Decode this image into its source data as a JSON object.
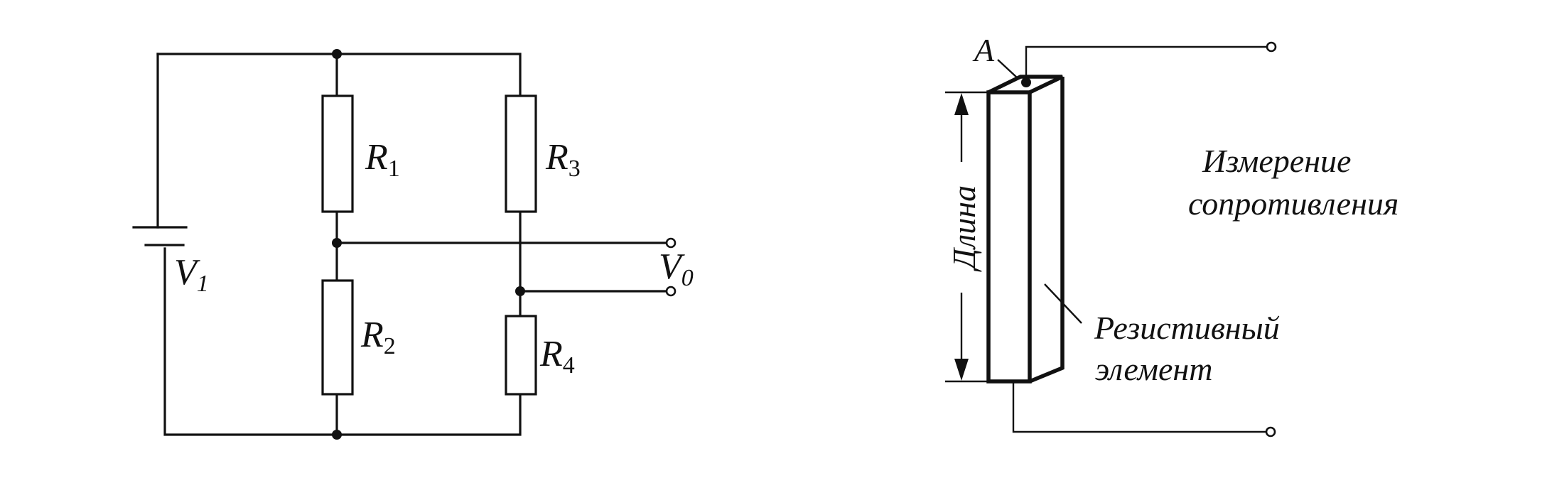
{
  "circuit": {
    "source_label": "V",
    "source_sub": "1",
    "output_label": "V",
    "output_sub": "0",
    "resistors": [
      {
        "letter": "R",
        "sub": "1"
      },
      {
        "letter": "R",
        "sub": "2"
      },
      {
        "letter": "R",
        "sub": "3"
      },
      {
        "letter": "R",
        "sub": "4"
      }
    ]
  },
  "element": {
    "point_label": "A",
    "length_label": "Длина",
    "measurement_line1": "Измерение",
    "measurement_line2": "сопротивления",
    "element_line1": "Резистивный",
    "element_line2": "элемент"
  }
}
